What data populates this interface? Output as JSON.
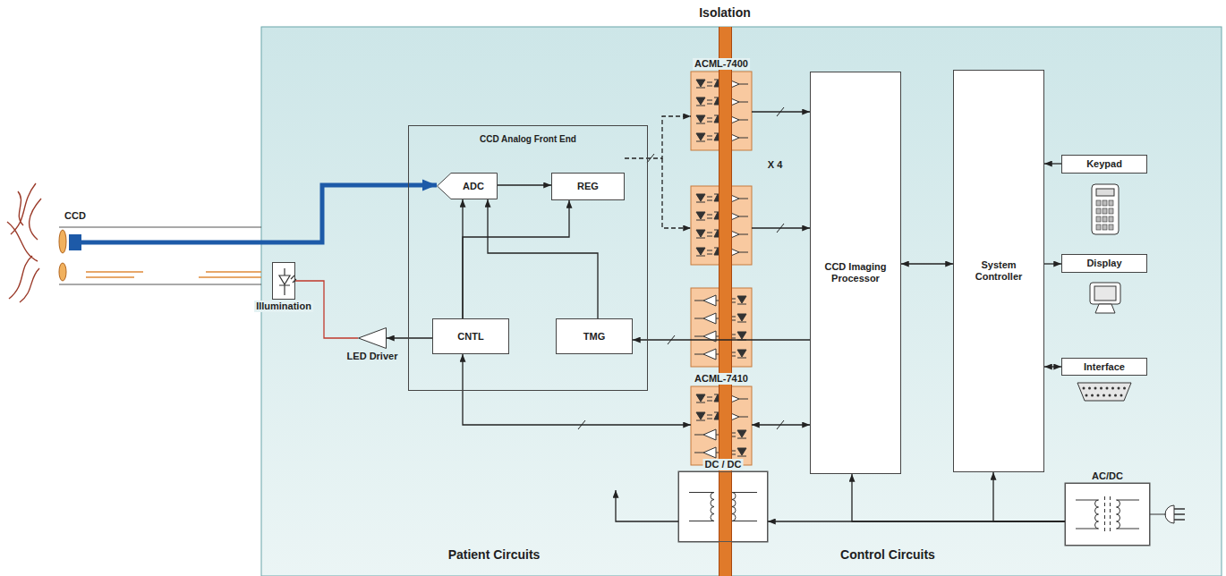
{
  "diagram": {
    "nodes": [
      {
        "text": [
          "CCD"
        ]
      },
      {
        "text": [
          "Illumination"
        ]
      },
      {
        "text": [
          "CCD Analog Front End"
        ]
      },
      {
        "text": [
          "ADC"
        ],
        "in": 2
      },
      {
        "text": [
          "REG"
        ],
        "in": 2
      },
      {
        "text": [
          "CNTL"
        ],
        "in": 2
      },
      {
        "text": [
          "TMG"
        ],
        "in": 2
      },
      {
        "text": [
          "LED Driver"
        ]
      },
      {
        "text": [
          "ACML-7400"
        ]
      },
      {
        "text": [
          "ACML-7410"
        ]
      },
      {
        "text": [
          "CCD Imaging Processor"
        ]
      },
      {
        "text": [
          "System Controller"
        ]
      },
      {
        "text": [
          "Keypad"
        ]
      },
      {
        "text": [
          "Display"
        ]
      },
      {
        "text": [
          "Interface"
        ]
      },
      {
        "text": [
          "DC / DC"
        ]
      },
      {
        "text": [
          "AC/DC"
        ]
      }
    ],
    "edges": [
      {
        "from": 0,
        "to": 3,
        "arrow": "to"
      },
      {
        "from": 3,
        "to": 4,
        "arrow": "to"
      },
      {
        "from": 5,
        "to": 3,
        "arrow": "to"
      },
      {
        "from": 5,
        "to": 4,
        "arrow": "to"
      },
      {
        "from": 6,
        "to": 3,
        "arrow": "to"
      },
      {
        "from": 4,
        "to": 8,
        "arrow": "to"
      },
      {
        "from": 8,
        "to": 10,
        "arrow": "to"
      },
      {
        "from": 10,
        "to": 6,
        "arrow": "to"
      },
      {
        "from": 5,
        "to": 9,
        "arrow": "both"
      },
      {
        "from": 9,
        "to": 10,
        "arrow": "both"
      },
      {
        "from": 10,
        "to": 11,
        "arrow": "both"
      },
      {
        "from": 12,
        "to": 11,
        "arrow": "to"
      },
      {
        "from": 11,
        "to": 13,
        "arrow": "to"
      },
      {
        "from": 14,
        "to": 11,
        "arrow": "both"
      },
      {
        "from": 5,
        "to": 7,
        "arrow": "to"
      },
      {
        "from": 7,
        "to": 1,
        "arrow": "none"
      },
      {
        "from": 16,
        "to": 15,
        "arrow": "to"
      },
      {
        "from": 16,
        "to": 10,
        "arrow": "to"
      },
      {
        "from": 16,
        "to": 11,
        "arrow": "to"
      }
    ],
    "labels": [
      "Isolation",
      "X 4",
      "Patient Circuits",
      "Control Circuits"
    ]
  }
}
